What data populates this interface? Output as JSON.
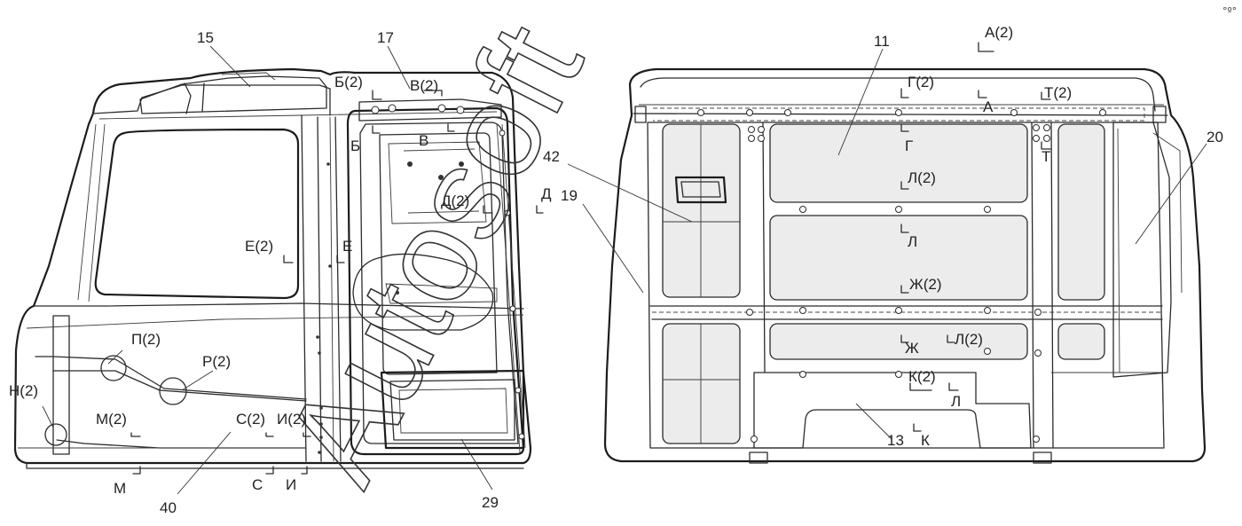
{
  "watermark": "Autosoft",
  "corner_mark": "°º°",
  "labels": {
    "n15": "15",
    "n17": "17",
    "n11": "11",
    "n42": "42",
    "n19": "19",
    "n20": "20",
    "n13": "13",
    "n29": "29",
    "n40": "40",
    "b2": "Б(2)",
    "v2": "В(2)",
    "b": "Б",
    "v": "В",
    "d2": "Д(2)",
    "d": "Д",
    "e2": "Е(2)",
    "e": "Е",
    "p2": "П(2)",
    "r2": "Р(2)",
    "n2": "Н(2)",
    "m2": "М(2)",
    "s2": "С(2)",
    "i2": "И(2)",
    "m": "М",
    "s": "С",
    "i": "И",
    "a2": "А(2)",
    "g2": "Г(2)",
    "t2": "Т(2)",
    "a": "А",
    "g": "Г",
    "t": "Т",
    "l2_top": "Л(2)",
    "l_top": "Л",
    "zh2": "Ж(2)",
    "zh": "Ж",
    "l2_mid": "Л(2)",
    "k2": "К(2)",
    "l_bot": "Л",
    "k": "К"
  }
}
